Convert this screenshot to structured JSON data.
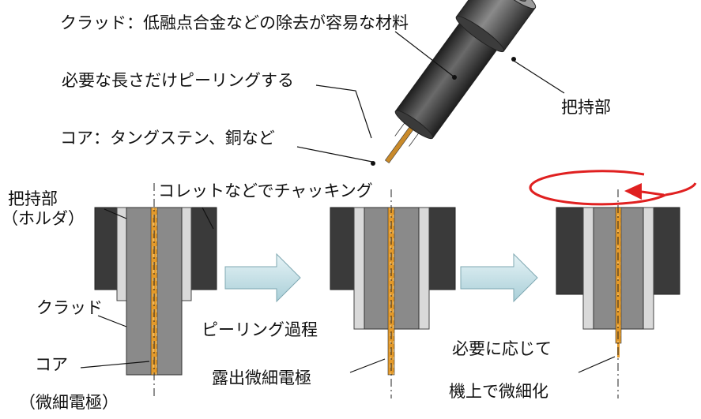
{
  "labels": {
    "cladding_desc": "クラッド：低融点合金などの除去が容易な材料",
    "peel_desc": "必要な長さだけピーリングする",
    "grip_top": "把持部",
    "core_desc": "コア：タングステン、銅など",
    "chucking": "コレットなどでチャッキング",
    "holder_line1": "把持部",
    "holder_line2": "（ホルダ）",
    "cladding": "クラッド",
    "core": "コア",
    "micro_electrode": "（微細電極）",
    "peeling_process": "ピーリング過程",
    "exposed_electrode": "露出微細電極",
    "as_needed": "必要に応じて",
    "onmachine_refine": "機上で微細化"
  },
  "colors": {
    "holder": "#3a3a3a",
    "sleeve": "#d9d9d9",
    "cladding": "#8a8a8a",
    "core": "#e49a2a",
    "arrow_fill": "#cfe7ec",
    "rotation": "#e02020"
  }
}
